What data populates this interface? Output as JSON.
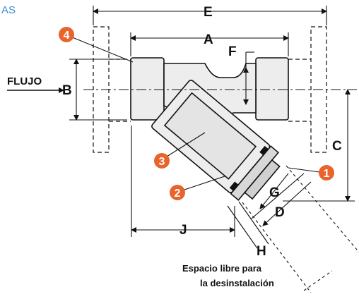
{
  "corner_label": "AS",
  "flow_label": "FLUJO",
  "dimensions": {
    "a": "A",
    "b": "B",
    "c": "C",
    "d": "D",
    "e": "E",
    "f": "F",
    "g": "G",
    "h": "H",
    "j": "J"
  },
  "parts": {
    "p1": "1",
    "p2": "2",
    "p3": "3",
    "p4": "4"
  },
  "clearance_note": {
    "line1": "Espacio libre para",
    "line2": "la desinstalación"
  },
  "colors": {
    "badge": "#e8642a",
    "line": "#111111",
    "body_fill": "#ededed",
    "corner_text": "#3a8fd6"
  }
}
